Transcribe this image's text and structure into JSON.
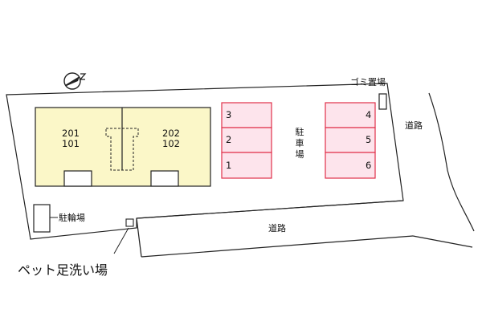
{
  "colors": {
    "line": "#222222",
    "building": "#fbf7c8",
    "parking_fill": "#fde4ec",
    "parking_border": "#e0304a"
  },
  "icons": {
    "north": "north-compass-icon"
  },
  "labels": {
    "garbage": "ゴミ置場",
    "road_right": "道路",
    "road_bottom": "道路",
    "bicycle": "駐輪場",
    "pet_wash": "ペット足洗い場",
    "parking_vertical": [
      "駐",
      "車",
      "場"
    ]
  },
  "units": {
    "left": [
      "201",
      "101"
    ],
    "right": [
      "202",
      "102"
    ]
  },
  "parking": {
    "left": [
      "3",
      "2",
      "1"
    ],
    "right": [
      "4",
      "5",
      "6"
    ]
  }
}
